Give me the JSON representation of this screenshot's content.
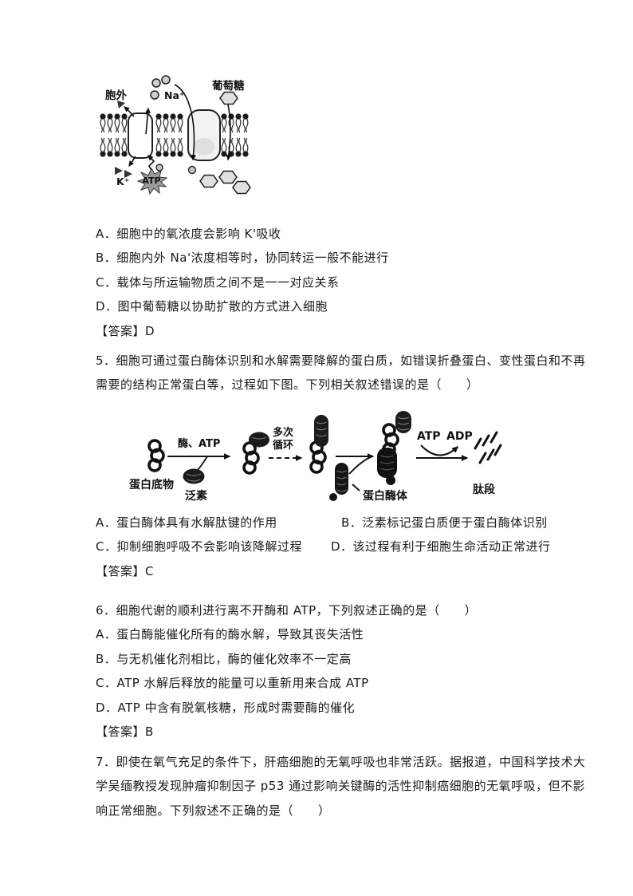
{
  "q4": {
    "optionA": "A．细胞中的氧浓度会影响 K'吸收",
    "optionB": "B．细胞内外 Na'浓度相等时，协同转运一般不能进行",
    "optionC": "C．载体与所运输物质之间不是一一对应关系",
    "optionD": "D．图中葡萄糖以协助扩散的方式进入细胞",
    "answer": "【答案】D"
  },
  "membrane": {
    "label_extracellular": "胞外",
    "label_na": "Na⁺",
    "label_glucose": "葡萄糖",
    "label_k": "K⁺",
    "label_atp": "ATP"
  },
  "q5": {
    "stem_line1": "5．细胞可通过蛋白酶体识别和水解需要降解的蛋白质，如错误折叠蛋白、变性蛋白和不再",
    "stem_line2": "需要的结构正常蛋白等，过程如下图。下列相关叙述错误的是（　　）",
    "optionA": "A．蛋白酶体具有水解肽键的作用",
    "optionB": "B．泛素标记蛋白质便于蛋白酶体识别",
    "optionC": "C．抑制细胞呼吸不会影响该降解过程",
    "optionD": "D．该过程有利于细胞生命活动正常进行",
    "answer": "【答案】C"
  },
  "proteasome": {
    "label_substrate": "蛋白底物",
    "label_enzyme_atp": "酶、ATP",
    "label_ubiquitin": "泛素",
    "label_cycles_line1": "多次",
    "label_cycles_line2": "循环",
    "label_proteasome": "蛋白酶体",
    "label_atp": "ATP",
    "label_adp": "ADP",
    "label_peptides": "肽段"
  },
  "q6": {
    "stem": "6．细胞代谢的顺利进行离不开酶和 ATP，下列叙述正确的是（　　）",
    "optionA": "A．蛋白酶能催化所有的酶水解，导致其丧失活性",
    "optionB": "B．与无机催化剂相比，酶的催化效率不一定高",
    "optionC": "C．ATP 水解后释放的能量可以重新用来合成 ATP",
    "optionD": "D．ATP 中含有脱氧核糖，形成时需要酶的催化",
    "answer": "【答案】B"
  },
  "q7": {
    "stem_line1": "7．即使在氧气充足的条件下，肝癌细胞的无氧呼吸也非常活跃。据报道，中国科学技术大",
    "stem_line2": "学吴缅教授发现肿瘤抑制因子 p53 通过影响关键酶的活性抑制癌细胞的无氧呼吸，但不影",
    "stem_line3": "响正常细胞。下列叙述不正确的是（　　）"
  },
  "colors": {
    "text": "#1a1a1a",
    "page_bg": "#ffffff",
    "diagram_ink": "#111111"
  }
}
